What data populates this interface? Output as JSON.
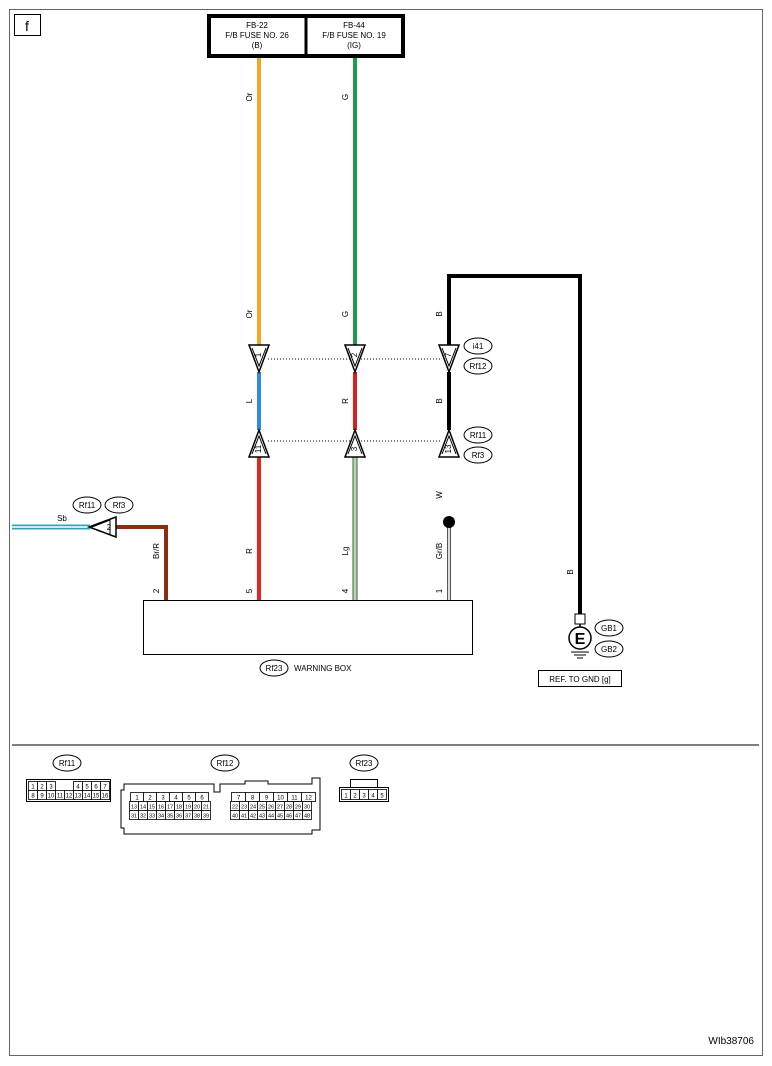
{
  "page_tag": "f",
  "figure_id": "WIb38706",
  "fuses": [
    {
      "id": "FB-22",
      "name": "F/B FUSE NO. 26",
      "supply": "(B)"
    },
    {
      "id": "FB-44",
      "name": "F/B FUSE NO. 19",
      "supply": "(IG)"
    }
  ],
  "wire_labels": {
    "or_top": "Or",
    "or_lower": "Or",
    "g_top": "G",
    "g_lower": "G",
    "b_upper": "B",
    "b_middle": "B",
    "b_ground": "B",
    "l": "L",
    "r_mid": "R",
    "r_low": "R",
    "lg": "Lg",
    "w": "W",
    "grb": "Gr/B",
    "brr": "Br/R",
    "sb": "Sb"
  },
  "upper_connector": {
    "tags": [
      "i41",
      "Rf12"
    ],
    "pins": [
      "1",
      "2",
      "7"
    ]
  },
  "lower_connector": {
    "tags": [
      "Rf11",
      "Rf3"
    ],
    "pins": [
      "11",
      "3",
      "13"
    ]
  },
  "left_connector": {
    "tags": [
      "Rf11",
      "Rf3"
    ],
    "pin": "2"
  },
  "warning_box": {
    "tag": "Rf23",
    "label": "WARNING BOX",
    "pins": [
      "2",
      "5",
      "4",
      "1"
    ]
  },
  "ground": {
    "symbol": "E",
    "tags": [
      "GB1",
      "GB2"
    ],
    "ref": "REF. TO GND [g]"
  },
  "connector_views": {
    "rf11": {
      "tag": "Rf11",
      "row1": [
        "1",
        "2",
        "3",
        "",
        "4",
        "5",
        "6",
        "7"
      ],
      "row2": [
        "8",
        "9",
        "10",
        "11",
        "12",
        "13",
        "14",
        "15",
        "16"
      ]
    },
    "rf12": {
      "tag": "Rf12",
      "left_rows": [
        [
          "1",
          "2",
          "3",
          "4",
          "5",
          "6"
        ],
        [
          "13",
          "14",
          "15",
          "16",
          "17",
          "18",
          "19",
          "20",
          "21"
        ],
        [
          "31",
          "32",
          "33",
          "34",
          "35",
          "36",
          "37",
          "38",
          "39"
        ]
      ],
      "right_rows": [
        [
          "7",
          "8",
          "9",
          "10",
          "11",
          "12"
        ],
        [
          "22",
          "23",
          "24",
          "25",
          "26",
          "27",
          "28",
          "29",
          "30"
        ],
        [
          "40",
          "41",
          "42",
          "43",
          "44",
          "45",
          "46",
          "47",
          "48"
        ]
      ]
    },
    "rf23": {
      "tag": "Rf23",
      "row": [
        "1",
        "2",
        "3",
        "4",
        "5"
      ]
    }
  },
  "colors": {
    "orange": "#F5A623",
    "green": "#1E9A52",
    "blue": "#2E8BE0",
    "red": "#E8211E",
    "black": "#000000",
    "light_green": "#A9DFA0",
    "white_wire": "#CCCCCC",
    "brown": "#8B2E0E",
    "sky_blue": "#8FE3F0"
  }
}
